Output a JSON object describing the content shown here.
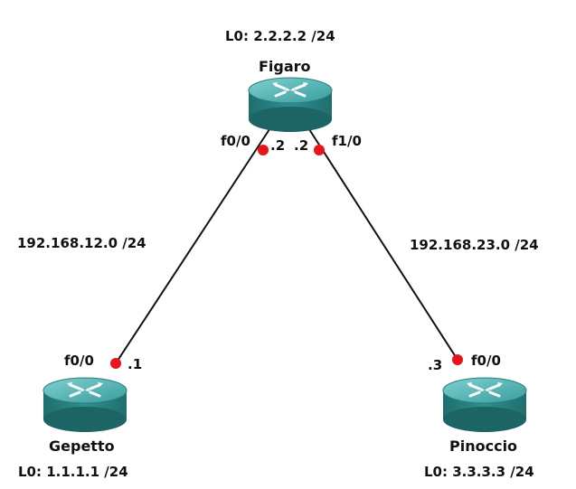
{
  "routers": [
    {
      "id": "figaro",
      "name": "Figaro",
      "loopback": "L0: 2.2.2.2 /24"
    },
    {
      "id": "gepetto",
      "name": "Gepetto",
      "loopback": "L0: 1.1.1.1 /24"
    },
    {
      "id": "pinoccio",
      "name": "Pinoccio",
      "loopback": "L0: 3.3.3.3 /24"
    }
  ],
  "links": [
    {
      "network": "192.168.12.0 /24",
      "a": {
        "router": "figaro",
        "interface": "f0/0",
        "host": ".2"
      },
      "b": {
        "router": "gepetto",
        "interface": "f0/0",
        "host": ".1"
      }
    },
    {
      "network": "192.168.23.0 /24",
      "a": {
        "router": "figaro",
        "interface": "f1/0",
        "host": ".2"
      },
      "b": {
        "router": "pinoccio",
        "interface": "f0/0",
        "host": ".3"
      }
    }
  ],
  "colors": {
    "router_body": "#2f8f8f",
    "router_top": "#4fb3b3",
    "link": "#111111",
    "port": "#e8141c"
  },
  "icon": "router-icon"
}
